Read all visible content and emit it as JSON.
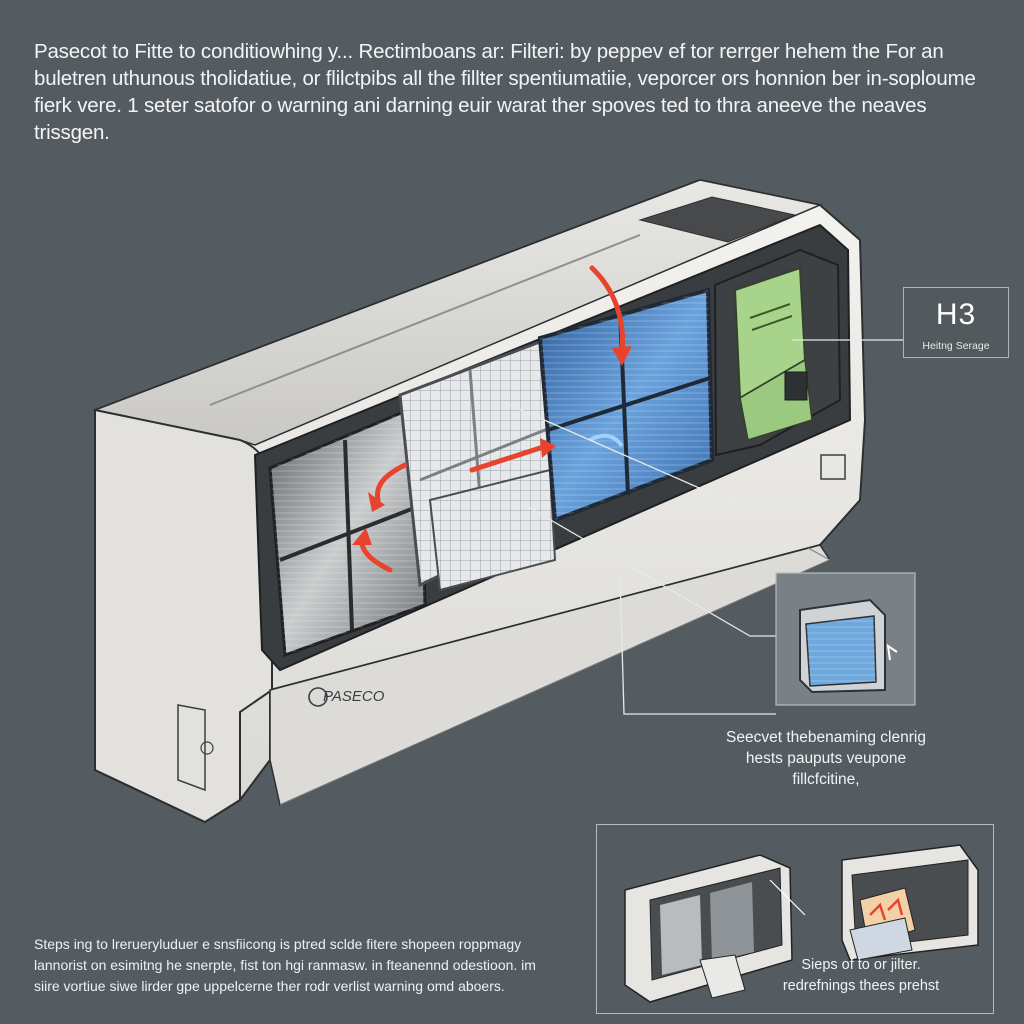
{
  "intro_text": "Pasecot to Fitte to conditiowhing y... Rectimboans ar: Filteri: by peppev ef tor rerrger hehem the For an buletren uthunous tholidatiue, or flilctpibs all the fillter spentiumatiie, veporcer ors honnion ber in-soploume fierk vere. 1 seter satofor o warning ani darning euir warat ther spoves ted to thra aneeve the neaves trissgen.",
  "brand_logo_text": "PASECO",
  "callout_h3": {
    "code": "H3",
    "label": "Heitng Serage"
  },
  "inset_caption": "Seecvet thebenaming clenrig hests pauputs veupone fillcfcitine,",
  "bottom_note": "Steps ing to lrerueryluduer e snsfiicong is ptred sclde fitere shopeen roppmagy lannorist on esimitng he snerpte, fist ton hgi ranmasw. in fteanennd odestioon. im siire vortiue siwe lirder gpe uppelcerne ther rodr verlist warning omd aboers.",
  "bottom_inset_caption": "Sieps of to or jilter. redrefnings thees prehst",
  "colors": {
    "background": "#555c61",
    "unit_body": "#ecebe8",
    "arrow_red": "#e8432c",
    "filter_blue": "#4a86c8",
    "filter_green": "#a7d38a"
  }
}
